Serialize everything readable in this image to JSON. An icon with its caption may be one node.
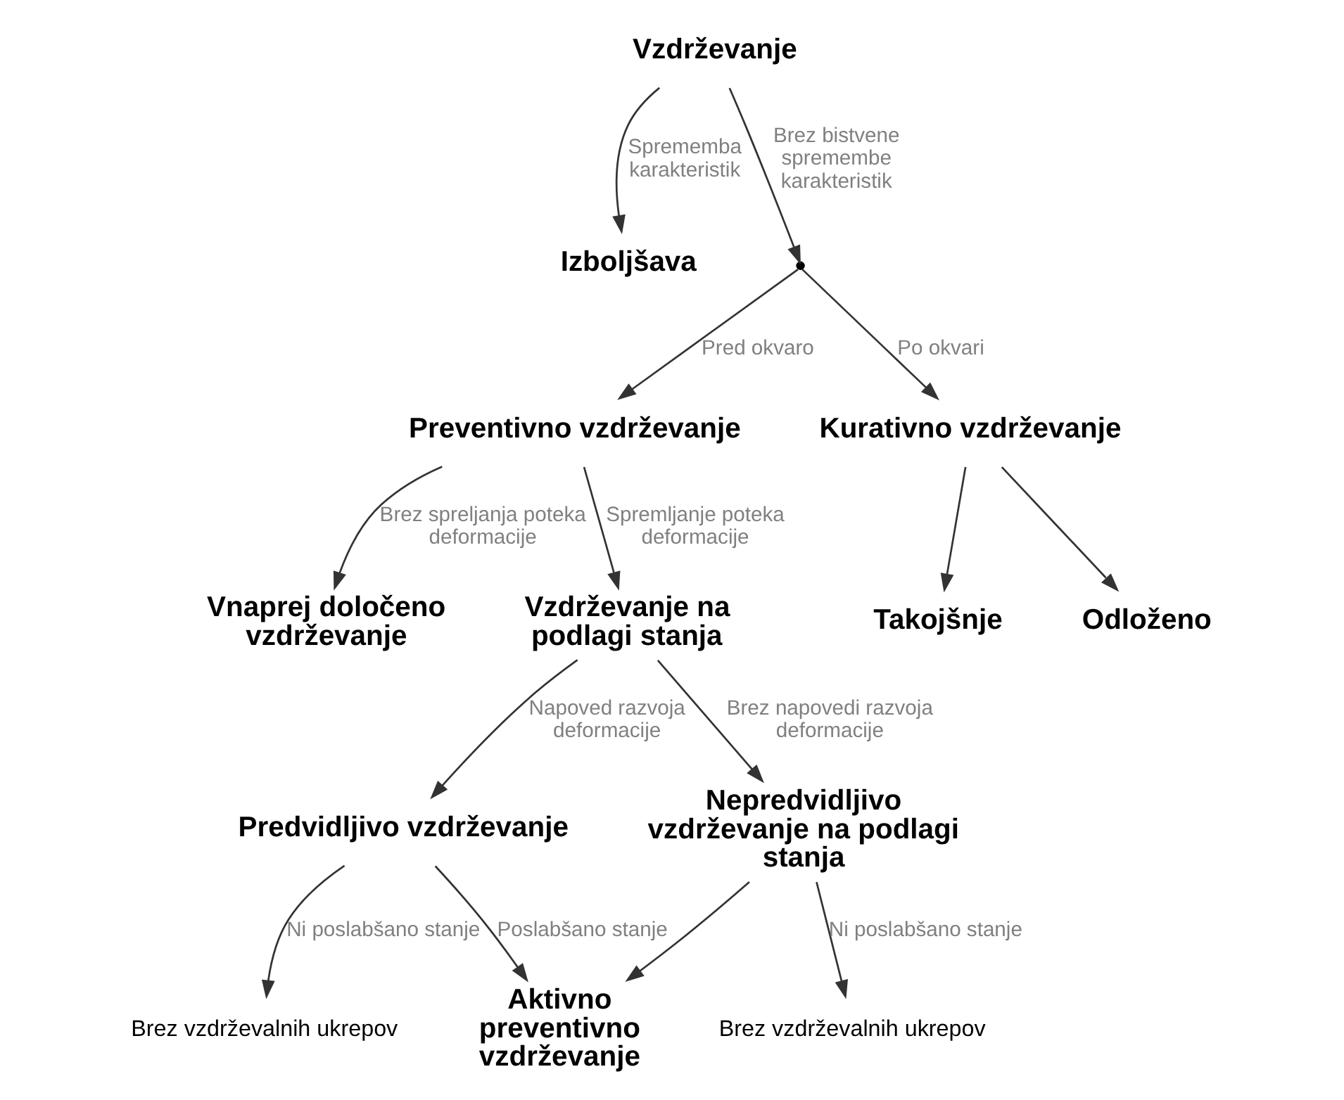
{
  "diagram": {
    "nodes": [
      {
        "text": [
          "Vzdrževanje"
        ]
      },
      {
        "text": [
          "Izboljšava"
        ]
      },
      {
        "text": [],
        "shape": "point"
      },
      {
        "text": [
          "Preventivno vzdrževanje"
        ]
      },
      {
        "text": [
          "Kurativno vzdrževanje"
        ]
      },
      {
        "text": [
          "Vnaprej določeno vzdrževanje"
        ]
      },
      {
        "text": [
          "Vzdrževanje na podlagi stanja"
        ]
      },
      {
        "text": [
          "Takojšnje"
        ]
      },
      {
        "text": [
          "Odloženo"
        ]
      },
      {
        "text": [
          "Predvidljivo vzdrževanje"
        ]
      },
      {
        "text": [
          "Nepredvidljivo vzdrževanje na podlagi stanja"
        ]
      },
      {
        "text": [
          "Brez vzdrževalnih ukrepov"
        ]
      },
      {
        "text": [
          "Aktivno preventivno vzdrževanje"
        ]
      },
      {
        "text": [
          "Brez vzdrževalnih ukrepov"
        ]
      }
    ],
    "edges": [
      {
        "from": 0,
        "to": 1,
        "arrow": "to",
        "label": "Sprememba karakteristik"
      },
      {
        "from": 0,
        "to": 2,
        "arrow": "to",
        "label": "Brez bistvene spremembe karakteristik"
      },
      {
        "from": 2,
        "to": 3,
        "arrow": "to",
        "label": "Pred okvaro"
      },
      {
        "from": 2,
        "to": 4,
        "arrow": "to",
        "label": "Po okvari"
      },
      {
        "from": 3,
        "to": 5,
        "arrow": "to",
        "label": "Brez spreljanja poteka deformacije"
      },
      {
        "from": 3,
        "to": 6,
        "arrow": "to",
        "label": "Spremljanje poteka deformacije"
      },
      {
        "from": 4,
        "to": 7,
        "arrow": "to"
      },
      {
        "from": 4,
        "to": 8,
        "arrow": "to"
      },
      {
        "from": 6,
        "to": 9,
        "arrow": "to",
        "label": "Napoved razvoja deformacije"
      },
      {
        "from": 6,
        "to": 10,
        "arrow": "to",
        "label": "Brez napovedi razvoja deformacije"
      },
      {
        "from": 9,
        "to": 11,
        "arrow": "to",
        "label": "Ni poslabšano stanje"
      },
      {
        "from": 9,
        "to": 12,
        "arrow": "to",
        "label": "Poslabšano stanje"
      },
      {
        "from": 10,
        "to": 12,
        "arrow": "to"
      },
      {
        "from": 10,
        "to": 13,
        "arrow": "to",
        "label": "Ni poslabšano stanje"
      }
    ]
  }
}
